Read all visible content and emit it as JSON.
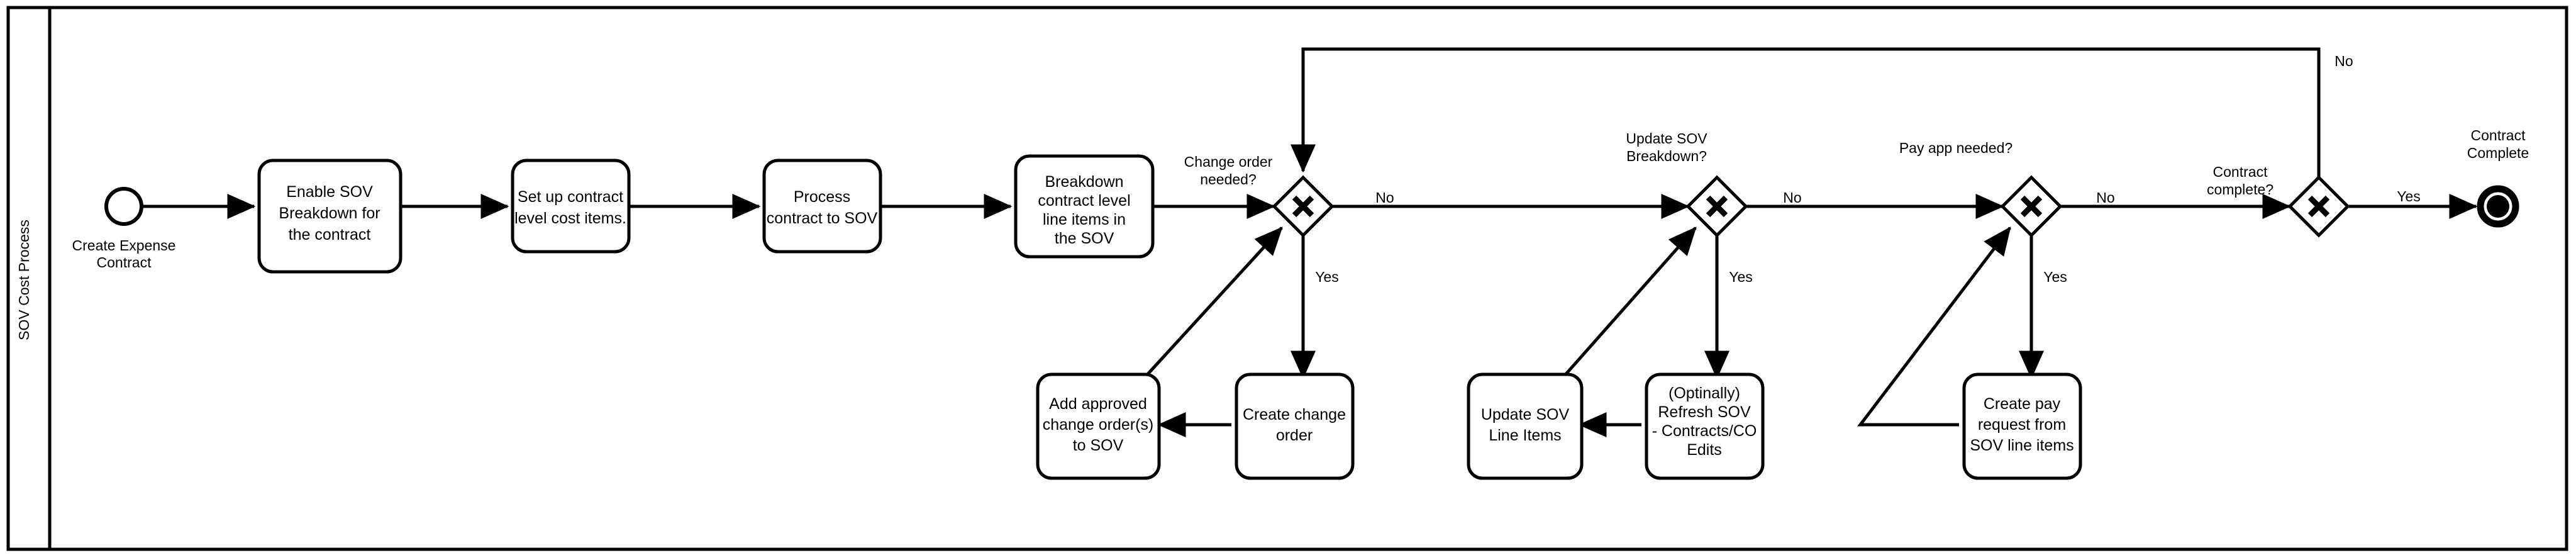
{
  "pool": {
    "name": "SOV Cost Process"
  },
  "events": {
    "start": {
      "label_line1": "Create Expense",
      "label_line2": "Contract",
      "icon": "start-event-circle"
    },
    "end": {
      "label_line1": "Contract",
      "label_line2": "Complete",
      "icon": "end-event-circle"
    }
  },
  "tasks": [
    {
      "id": "enable-sov-breakdown",
      "lines": [
        "Enable SOV",
        "Breakdown for",
        "the contract"
      ]
    },
    {
      "id": "set-up-contract-cost-items",
      "lines": [
        "Set up contract",
        "level cost items."
      ]
    },
    {
      "id": "process-contract-to-sov",
      "lines": [
        "Process",
        "contract to SOV"
      ]
    },
    {
      "id": "breakdown-contract-line-items",
      "lines": [
        "Breakdown",
        "contract level",
        "line items in",
        "the SOV"
      ]
    },
    {
      "id": "add-approved-change-orders",
      "lines": [
        "Add approved",
        "change order(s)",
        "to SOV"
      ]
    },
    {
      "id": "create-change-order",
      "lines": [
        "Create change",
        "order"
      ]
    },
    {
      "id": "update-sov-line-items",
      "lines": [
        "Update SOV",
        "Line Items"
      ]
    },
    {
      "id": "refresh-sov-contracts-co-edits",
      "lines": [
        "(Optinally)",
        "Refresh SOV",
        "- Contracts/CO",
        "Edits"
      ]
    },
    {
      "id": "create-pay-request",
      "lines": [
        "Create pay",
        "request from",
        "SOV line items"
      ]
    }
  ],
  "gateways": [
    {
      "id": "change-order-needed",
      "label_lines": [
        "Change order",
        "needed?"
      ],
      "symbol": "X",
      "type": "exclusive"
    },
    {
      "id": "update-sov-breakdown",
      "label_lines": [
        "Update SOV",
        "Breakdown?"
      ],
      "symbol": "X",
      "type": "exclusive"
    },
    {
      "id": "pay-app-needed",
      "label_lines": [
        "Pay app needed?"
      ],
      "symbol": "X",
      "type": "exclusive"
    },
    {
      "id": "contract-complete",
      "label_lines": [
        "Contract",
        "complete?"
      ],
      "symbol": "X",
      "type": "exclusive"
    }
  ],
  "flow_labels": {
    "co_no": "No",
    "co_yes": "Yes",
    "sov_no": "No",
    "sov_yes": "Yes",
    "pay_no": "No",
    "pay_yes": "Yes",
    "complete_no": "No",
    "complete_yes": "Yes"
  },
  "colors": {
    "stroke": "#000000",
    "fill": "#ffffff",
    "background": "#ffffff"
  }
}
